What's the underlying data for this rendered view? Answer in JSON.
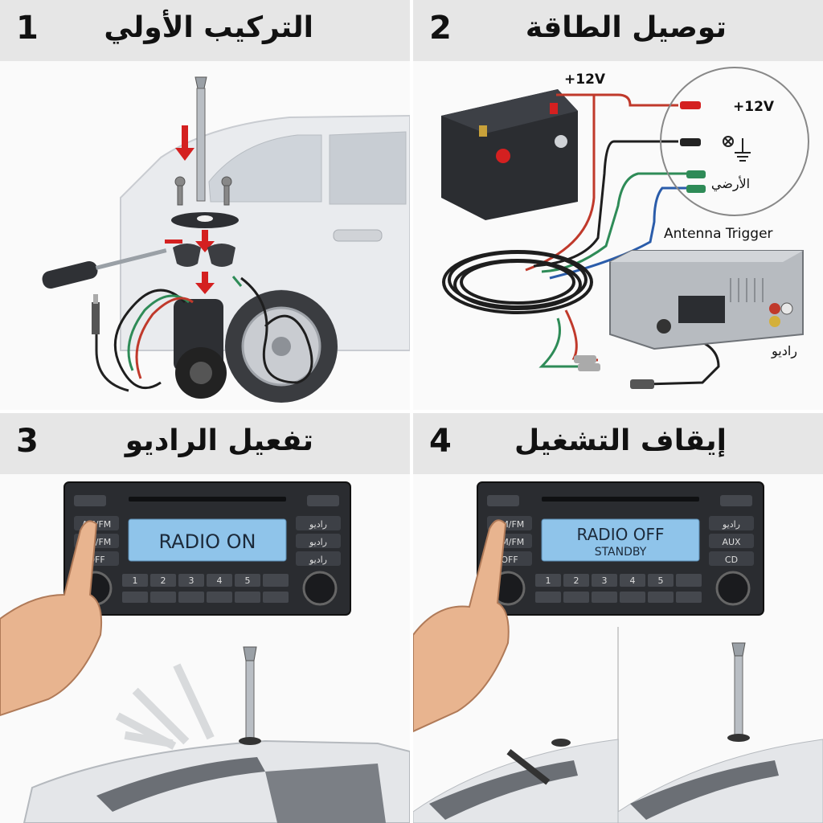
{
  "panels": [
    {
      "number": "1",
      "title": "التركيب الأولي"
    },
    {
      "number": "2",
      "title": "توصيل الطاقة"
    },
    {
      "number": "3",
      "title": "تفعيل الراديو"
    },
    {
      "number": "4",
      "title": "إيقاف التشغيل"
    }
  ],
  "wiring": {
    "battery_label": "+12V",
    "plus12v_label": "+12V",
    "ground_label": "الأرضي",
    "trigger_label": "Antenna Trigger",
    "radio_label": "راديو"
  },
  "radio_on": {
    "display": "RADIO ON",
    "left_buttons": [
      "AM/FM",
      "AM/FM",
      "OFF"
    ],
    "right_buttons": [
      "راديو",
      "راديو",
      "راديو"
    ],
    "presets": [
      "1",
      "2",
      "3",
      "4",
      "5"
    ]
  },
  "radio_off": {
    "display_line1": "RADIO OFF",
    "display_line2": "STANDBY",
    "left_buttons": [
      "AM/FM",
      "AM/FM",
      "OFF"
    ],
    "right_buttons": [
      "راديو",
      "AUX",
      "CD"
    ],
    "presets": [
      "1",
      "2",
      "3",
      "4",
      "5"
    ]
  },
  "colors": {
    "header_bg": "#e6e6e6",
    "lcd_bg": "#8fc4ea",
    "arrow_red": "#d42020",
    "wire_red": "#c0392b",
    "wire_green": "#2e8b57",
    "wire_blue": "#2a5caa"
  }
}
